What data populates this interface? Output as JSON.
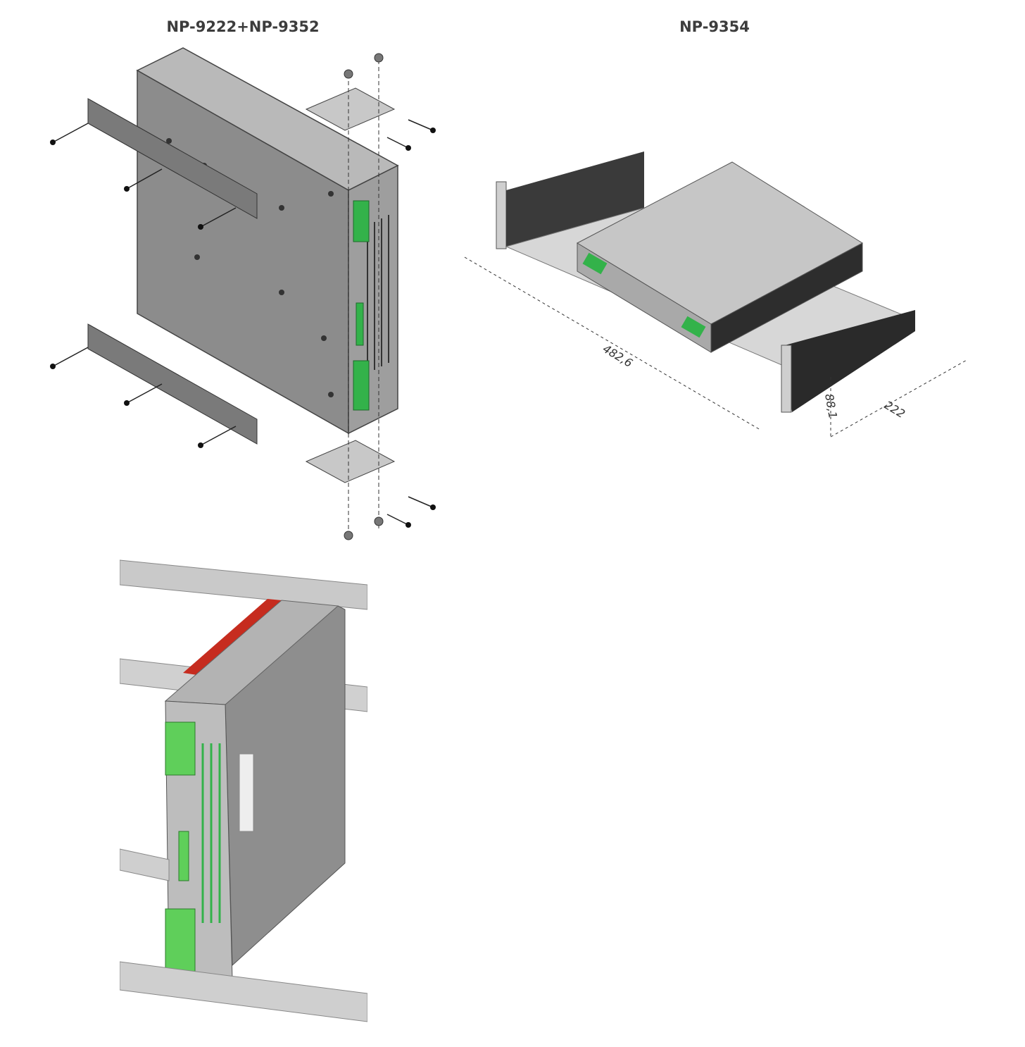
{
  "figures": {
    "left_title": "NP-9222+NP-9352",
    "right_title": "NP-9354"
  },
  "dimensions": {
    "width": "482,6",
    "height": "88,1",
    "depth": "222"
  }
}
